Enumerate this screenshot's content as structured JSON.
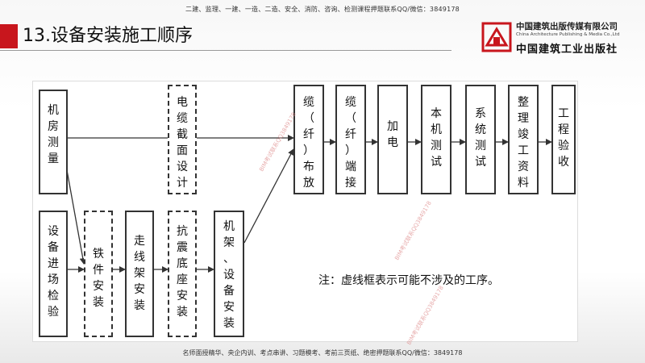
{
  "header": {
    "banner": "二建、监理、一建、一造、二造、安全、消防、咨询、检测课程押题联系QQ/微信：3849178",
    "title": "13.设备安装施工顺序"
  },
  "logo": {
    "name_cn": "中国建筑出版传媒有限公司",
    "name_en": "China Architecture Publishing & Media Co.,Ltd",
    "calligraphy": "中国建筑工业出版社"
  },
  "diagram": {
    "boxes": {
      "jifang": "机\n房\n测\n量",
      "shebei_jinchang": "设\n备\n进\n场\n检\n验",
      "tiejian": "铁\n件\n安\n装",
      "zouxianjia": "走\n线\n架\n安\n装",
      "kangzhen": "抗\n震\n底\n座\n安\n装",
      "dianlan_jiemian": "电\n缆\n截\n面\n设\n计",
      "jijia": "机\n架\n、\n设\n备\n安\n装",
      "lan_bufang": "缆\n（\n纤\n）\n布\n放",
      "lan_duanjie": "缆\n（\n纤\n）\n端\n接",
      "jiadian": "加\n电",
      "benji_ceshi": "本\n机\n测\n试",
      "xitong_ceshi": "系\n统\n测\n试",
      "zhengli_ziliao": "整\n理\n竣\n工\n资\n料",
      "gongcheng_yanshou": "工\n程\n验\n收"
    },
    "note": "注：虚线框表示可能不涉及的工序。",
    "watermark": "BIM考试联系QQ3849178"
  },
  "footer": {
    "banner": "名师面授精华、央企内训、考点串讲、习题模考、考前三页纸、绝密押题联系QQ/微信：3849178"
  }
}
